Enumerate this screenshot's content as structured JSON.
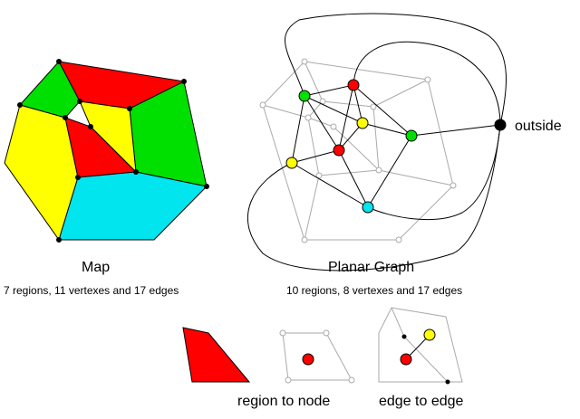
{
  "labels": {
    "map_title": "Map",
    "map_caption": "7 regions, 11 vertexes and 17 edges",
    "graph_title": "Planar Graph",
    "graph_caption": "10 regions, 8 vertexes and 17 edges",
    "outside": "outside",
    "region_to_node": "region to node",
    "edge_to_edge": "edge to edge"
  },
  "colors": {
    "red": "#ff0000",
    "green": "#00e000",
    "yellow": "#ffff00",
    "cyan": "#00e5ee",
    "map_edge": "#000000",
    "grey_line": "#aaaaaa",
    "graph_edge": "#000000"
  },
  "map": {
    "region_colors": [
      "red",
      "green",
      "green",
      "yellow",
      "yellow",
      "red",
      "cyan"
    ],
    "vertex_count": 11
  },
  "graph": {
    "node_colors": [
      "red",
      "green",
      "yellow",
      "red",
      "green",
      "yellow",
      "cyan",
      "black"
    ]
  }
}
